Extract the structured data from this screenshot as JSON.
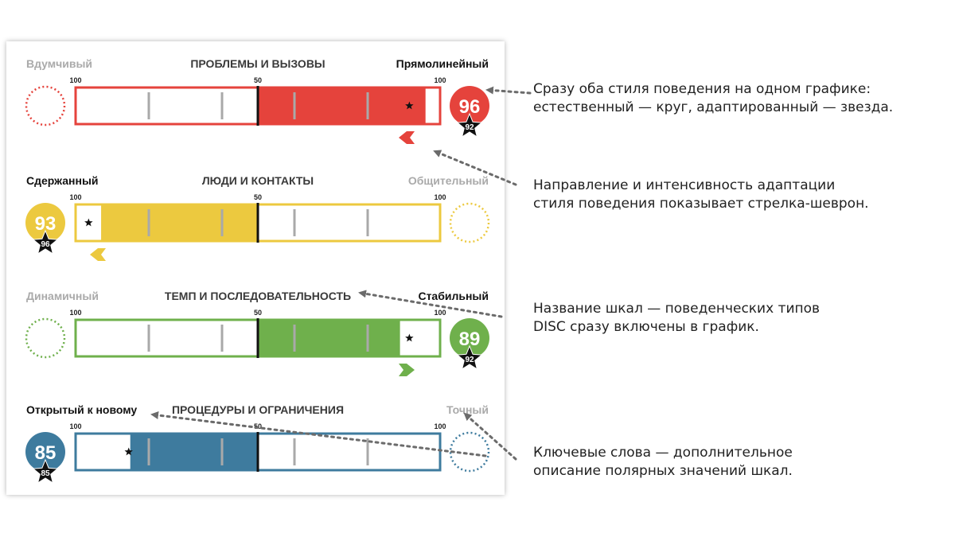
{
  "chart_data": {
    "type": "bar",
    "scale_min_label": "100",
    "scale_mid_label": "50",
    "scale_max_label": "100",
    "scales": [
      {
        "title": "ПРОБЛЕМЫ И ВЫЗОВЫ",
        "left_keyword": "Вдумчивый",
        "right_keyword": "Прямолинейный",
        "active_side": "right",
        "color": "#e5433c",
        "natural": 96,
        "adapted": 92,
        "chevron": "left"
      },
      {
        "title": "ЛЮДИ И КОНТАКТЫ",
        "left_keyword": "Сдержанный",
        "right_keyword": "Общительный",
        "active_side": "left",
        "color": "#ecc93f",
        "natural": 93,
        "adapted": 96,
        "chevron": "left"
      },
      {
        "title": "ТЕМП И ПОСЛЕДОВАТЕЛЬНОСТЬ",
        "left_keyword": "Динамичный",
        "right_keyword": "Стабильный",
        "active_side": "right",
        "color": "#6fb04c",
        "natural": 89,
        "adapted": 92,
        "chevron": "right"
      },
      {
        "title": "ПРОЦЕДУРЫ И ОГРАНИЧЕНИЯ",
        "left_keyword": "Открытый к новому",
        "right_keyword": "Точный",
        "active_side": "left",
        "color": "#3e7b9e",
        "natural": 85,
        "adapted": 85,
        "chevron": "none"
      }
    ]
  },
  "callouts": [
    {
      "lines": [
        "Сразу оба стиля поведения на одном графике:",
        "естественный — круг, адаптированный — звезда."
      ]
    },
    {
      "lines": [
        "Направление и интенсивность адаптации",
        "стиля поведения показывает стрелка-шеврон."
      ]
    },
    {
      "lines": [
        "Название шкал — поведенческих типов",
        "DISC сразу включены в график."
      ]
    },
    {
      "lines": [
        "Ключевые слова — дополнительное",
        "описание полярных  значений шкал."
      ]
    }
  ],
  "colors": {
    "active_keyword": "#111111",
    "inactive_keyword": "#aaaaaa",
    "annotation": "#6b6b6b"
  }
}
